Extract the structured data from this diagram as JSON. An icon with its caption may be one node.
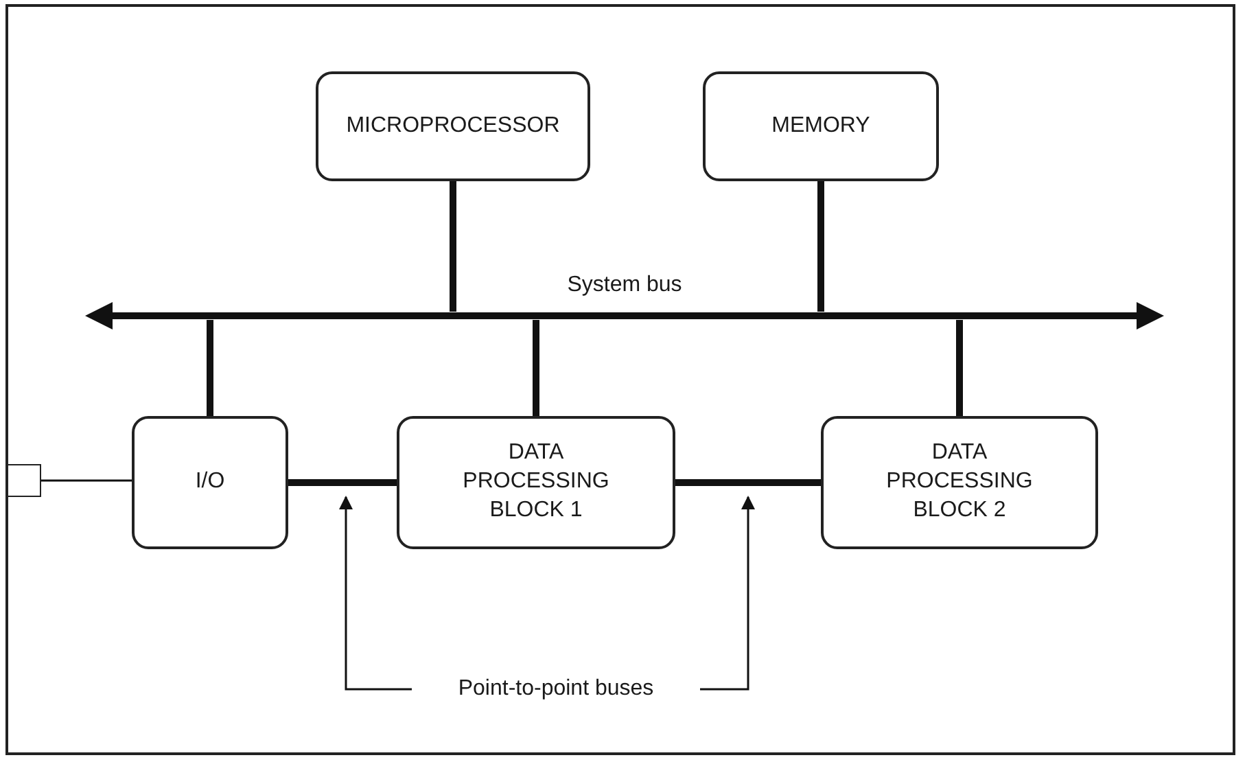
{
  "diagram": {
    "nodes": [
      {
        "text": [
          "MICROPROCESSOR"
        ]
      },
      {
        "text": [
          "MEMORY"
        ]
      },
      {
        "text": [
          "System bus"
        ]
      },
      {
        "text": [],
        "shape": "box"
      },
      {
        "text": [
          "I/O"
        ]
      },
      {
        "text": [
          "DATA PROCESSING BLOCK 1"
        ]
      },
      {
        "text": [
          "DATA PROCESSING BLOCK 2"
        ]
      },
      {
        "text": [
          "Point-to-point buses"
        ]
      }
    ],
    "edges": [
      {
        "from": 0,
        "to": 2,
        "arrow": "none"
      },
      {
        "from": 1,
        "to": 2,
        "arrow": "none"
      },
      {
        "from": 2,
        "to": 4,
        "arrow": "none"
      },
      {
        "from": 2,
        "to": 5,
        "arrow": "none"
      },
      {
        "from": 2,
        "to": 6,
        "arrow": "none"
      },
      {
        "from": 3,
        "to": 4,
        "arrow": "none"
      },
      {
        "from": 4,
        "to": 5,
        "arrow": "none"
      },
      {
        "from": 5,
        "to": 6,
        "arrow": "none"
      },
      {
        "from": 7,
        "to": null,
        "arrow": "to"
      },
      {
        "from": 7,
        "to": null,
        "arrow": "to"
      }
    ]
  }
}
